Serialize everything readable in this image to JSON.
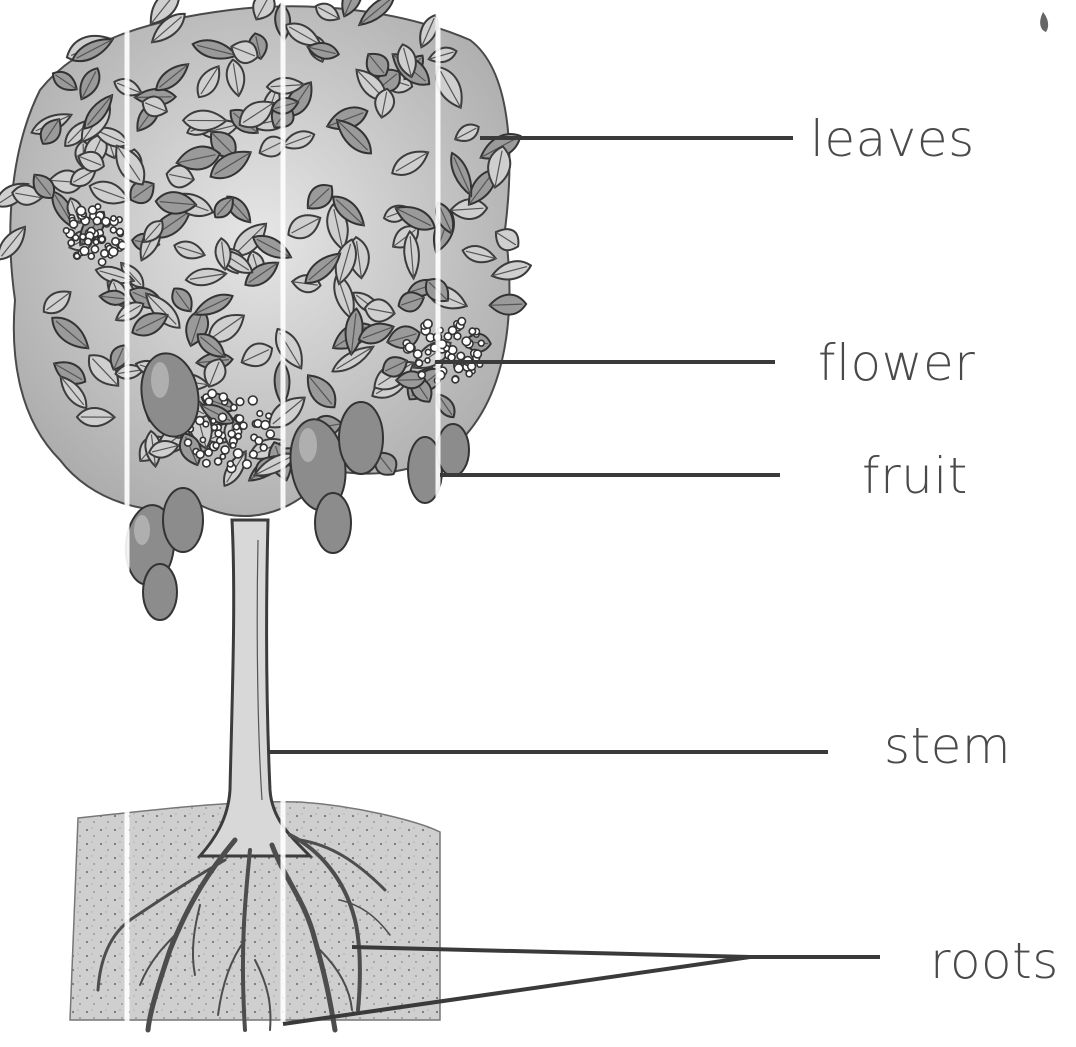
{
  "labels": {
    "leaves": "leaves",
    "flower": "flower",
    "fruit": "fruit",
    "stem": "stem",
    "roots": "roots"
  },
  "illustration": "tree-icon"
}
